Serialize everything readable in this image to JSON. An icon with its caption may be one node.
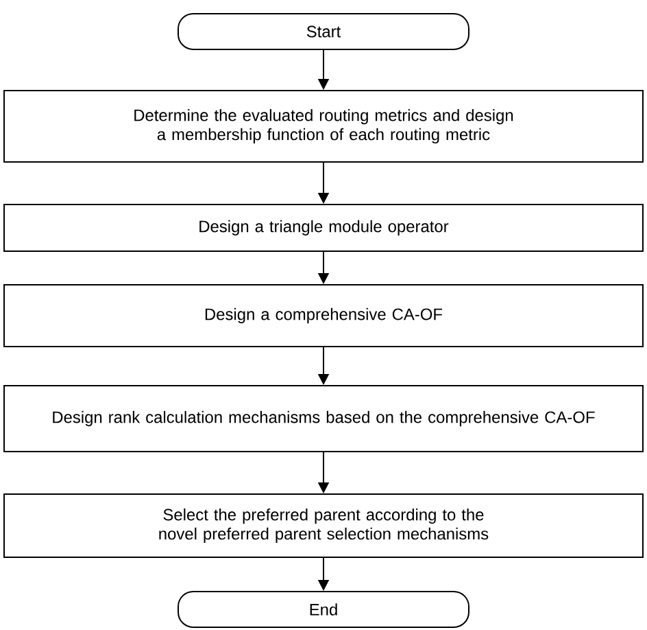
{
  "diagram": {
    "nodes": [
      {
        "text": [
          "Start"
        ]
      },
      {
        "text": [
          "Determine the evaluated routing metrics and design a membership function of each routing metric"
        ]
      },
      {
        "text": [
          "Design a triangle module operator"
        ]
      },
      {
        "text": [
          "Design a comprehensive CA-OF"
        ]
      },
      {
        "text": [
          "Design rank calculation mechanisms based on the comprehensive CA-OF"
        ]
      },
      {
        "text": [
          "Select the preferred parent according to the novel preferred parent selection mechanisms"
        ]
      },
      {
        "text": [
          "End"
        ]
      }
    ],
    "edges": [
      {
        "from": 0,
        "to": 1,
        "arrow": "to"
      },
      {
        "from": 1,
        "to": 2,
        "arrow": "to"
      },
      {
        "from": 2,
        "to": 3,
        "arrow": "to"
      },
      {
        "from": 3,
        "to": 4,
        "arrow": "to"
      },
      {
        "from": 4,
        "to": 5,
        "arrow": "to"
      },
      {
        "from": 5,
        "to": 6,
        "arrow": "to"
      }
    ]
  }
}
